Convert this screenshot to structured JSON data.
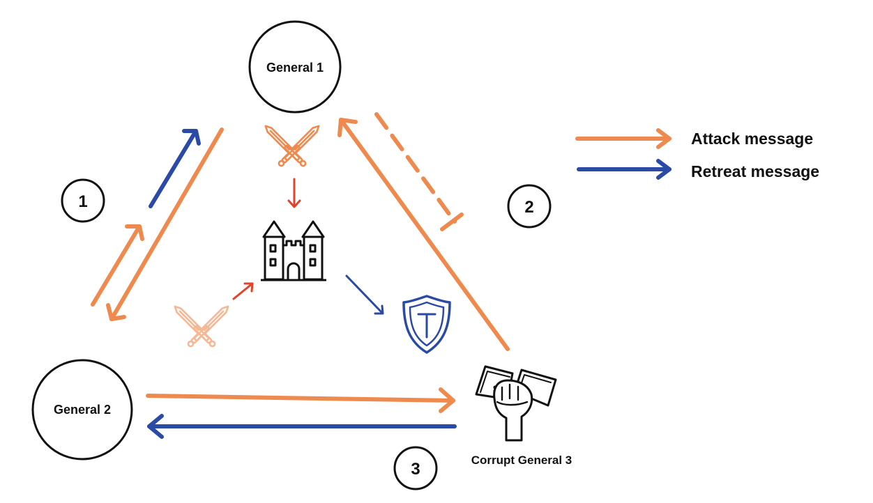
{
  "nodes": {
    "general1": {
      "label": "General 1"
    },
    "general2": {
      "label": "General 2"
    },
    "general3": {
      "label": "Corrupt General 3"
    }
  },
  "steps": [
    "1",
    "2",
    "3"
  ],
  "legend": {
    "attack": {
      "label": "Attack message",
      "color": "#ef8a4f"
    },
    "retreat": {
      "label": "Retreat message",
      "color": "#2a4aa6"
    }
  },
  "icons": {
    "attack": "crossed-swords-icon",
    "target": "castle-icon",
    "defense": "shield-icon",
    "bribe": "fist-with-money-icon",
    "influence_color": "#e0432e"
  }
}
